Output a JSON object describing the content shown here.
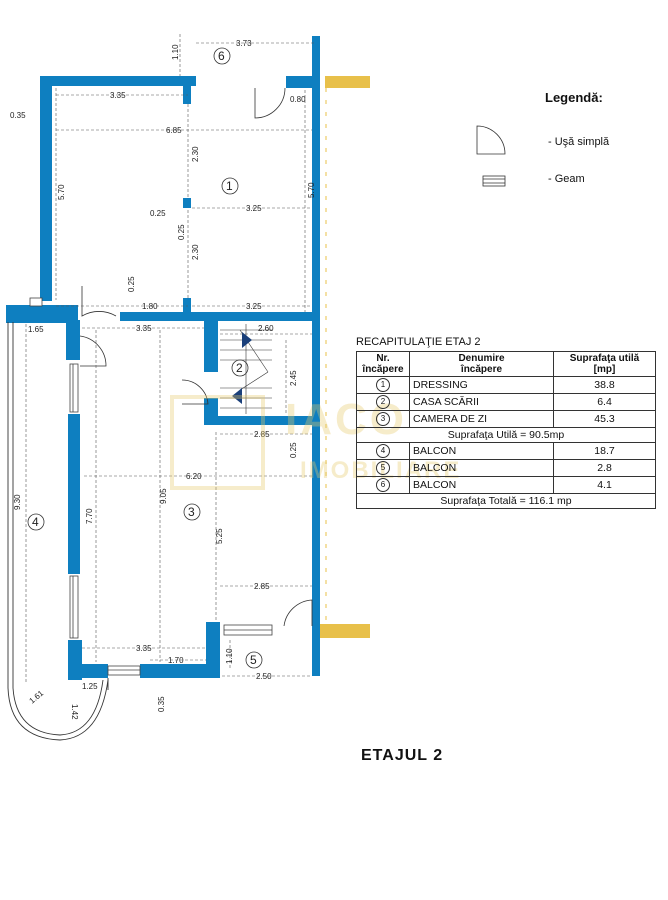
{
  "legend": {
    "title": "Legendă:",
    "door_label": "- Uşă simplă",
    "window_label": "- Geam"
  },
  "recap": {
    "title": "RECAPITULAŢIE ETAJ 2",
    "headers": {
      "nr_line1": "Nr.",
      "nr_line2": "încăpere",
      "name_line1": "Denumire",
      "name_line2": "încăpere",
      "area_line1": "Suprafaţa utilă",
      "area_line2": "[mp]"
    },
    "rows": [
      {
        "nr": "1",
        "name": "DRESSING",
        "area": "38.8"
      },
      {
        "nr": "2",
        "name": "CASA SCĂRII",
        "area": "6.4"
      },
      {
        "nr": "3",
        "name": "CAMERA DE ZI",
        "area": "45.3"
      }
    ],
    "useful_total": "Suprafaţa Utilă = 90.5mp",
    "balcony_rows": [
      {
        "nr": "4",
        "name": "BALCON",
        "area": "18.7"
      },
      {
        "nr": "5",
        "name": "BALCON",
        "area": "2.8"
      },
      {
        "nr": "6",
        "name": "BALCON",
        "area": "4.1"
      }
    ],
    "grand_total": "Suprafaţa Totală = 116.1 mp"
  },
  "floor_title": "ETAJUL 2",
  "watermark": {
    "line1": "IACO",
    "line2": "IMOBILIARE"
  },
  "rooms": {
    "r1": "1",
    "r2": "2",
    "r3": "3",
    "r4": "4",
    "r5": "5",
    "r6": "6"
  },
  "dims": {
    "d_373": "3.73",
    "d_110a": "1.10",
    "d_335a": "3.35",
    "d_080": "0.80",
    "d_035a": "0.35",
    "d_685": "6.85",
    "d_570a": "5.70",
    "d_570b": "5.70",
    "d_230a": "2.30",
    "d_230b": "2.30",
    "d_025a": "0.25",
    "d_325a": "3.25",
    "d_025b": "0.25",
    "d_025c": "0.25",
    "d_180": "1.80",
    "d_325b": "3.25",
    "d_165": "1.65",
    "d_335b": "3.35",
    "d_260": "2.60",
    "d_245": "2.45",
    "d_285a": "2.85",
    "d_025d": "0.25",
    "d_620": "6.20",
    "d_930": "9.30",
    "d_770": "7.70",
    "d_905": "9.05",
    "d_525": "5.25",
    "d_285b": "2.85",
    "d_335c": "3.35",
    "d_170": "1.70",
    "d_110b": "1.10",
    "d_250": "2.50",
    "d_161": "1.61",
    "d_125": "1.25",
    "d_142": "1.42",
    "d_035b": "0.35"
  },
  "colors": {
    "wall": "#0e7fc0",
    "balcony_rail": "#e8c04a"
  }
}
